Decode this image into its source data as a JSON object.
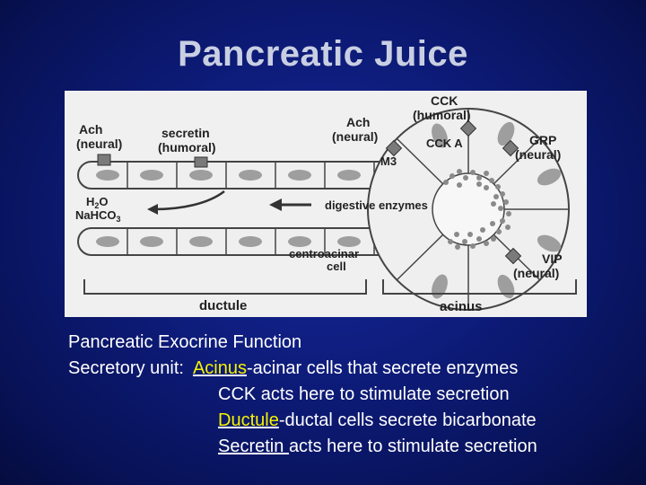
{
  "slide": {
    "title": "Pancreatic Juice"
  },
  "figure": {
    "labels": {
      "ach_left": "Ach",
      "neural_left": "(neural)",
      "secretin": "secretin",
      "humoral_left": "(humoral)",
      "cck": "CCK",
      "humoral_top": "(humoral)",
      "ach_right": "Ach",
      "neural_right": "(neural)",
      "cck_a": "CCK A",
      "m3": "M3",
      "grp": "GRP",
      "neural_grp": "(neural)",
      "h2o": "H",
      "h2o_sub": "2",
      "h2o_end": "O",
      "nahco": "NaHCO",
      "nahco_sub": "3",
      "digestive_enzymes": "digestive enzymes",
      "centroacinar": "centroacinar",
      "cell": "cell",
      "vip": "VIP",
      "neural_vip": "(neural)",
      "ductule": "ductule",
      "acinus": "acinus"
    },
    "colors": {
      "cell_fill": "#efefef",
      "nucleus": "#9e9e9e",
      "receptor": "#7a7a7a",
      "granule": "#8a8a8a",
      "outline": "#444444"
    }
  },
  "text": {
    "line1": "Pancreatic Exocrine Function",
    "line2_prefix": "Secretory unit:  ",
    "acinus_word": "Acinus",
    "acinus_rest": "-acinar cells that secrete enzymes",
    "line3": "CCK acts here to stimulate secretion",
    "ductule_word": "Ductule",
    "ductule_rest": "-ductal cells secrete bicarbonate",
    "secretin_word": "Secretin ",
    "secretin_rest": "acts here to stimulate secretion"
  }
}
